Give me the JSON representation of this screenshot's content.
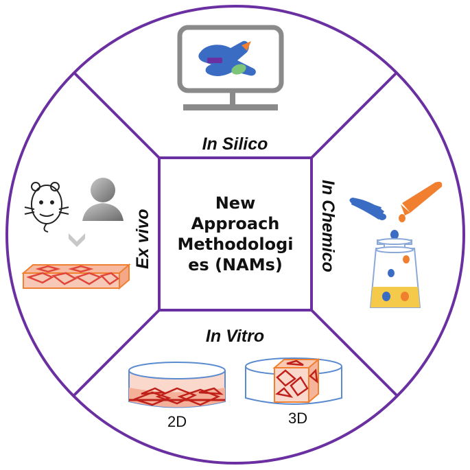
{
  "center": {
    "lines": [
      "New",
      "Approach",
      "Methodologi",
      "es (NAMs)"
    ]
  },
  "labels": {
    "in_silico": "In Silico",
    "in_chemico": "In Chemico",
    "in_vitro": "In Vitro",
    "ex_vivo": "Ex vivo",
    "two_d": "2D",
    "three_d": "3D"
  },
  "colors": {
    "ring": "#6a2fa0",
    "monitor": "#8a8a8a",
    "blue_shape": "#3b6cc4",
    "orange": "#f08030",
    "green": "#7cc47a",
    "purple_bar": "#6a2fa0",
    "tissue": "#e0453a",
    "dish": "#5a8ad0",
    "flask_liquid": "#f5c94a"
  },
  "icons": [
    "computer-monitor-icon",
    "mouse-icon",
    "human-silhouette-icon",
    "chevron-down-icon",
    "test-tube-icon",
    "flask-icon",
    "petri-dish-2d-icon",
    "petri-dish-3d-icon",
    "tissue-slab-icon"
  ]
}
